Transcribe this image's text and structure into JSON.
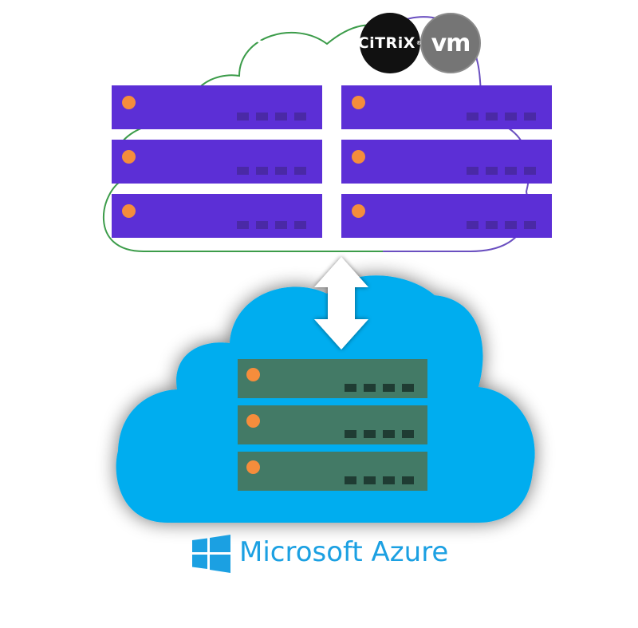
{
  "top_cloud": {
    "title": "Azure",
    "outline_colors": {
      "left": "#3c9c4a",
      "right": "#6a4fc0"
    },
    "server_color": "#5c2fd6"
  },
  "logos": {
    "citrix": "CiTRiX",
    "citrix_mark": "®",
    "vmware": "vm"
  },
  "azure_cloud": {
    "fill_color": "#00adef",
    "server_color": "#437a66",
    "label": "Microsoft Azure"
  },
  "arrow": {
    "direction": "bidirectional",
    "color": "#ffffff"
  },
  "icons": {
    "windows": "windows-logo-icon",
    "led": "orange-led-icon"
  },
  "colors": {
    "led": "#f58d3c",
    "brand": "#1ba0e2"
  }
}
